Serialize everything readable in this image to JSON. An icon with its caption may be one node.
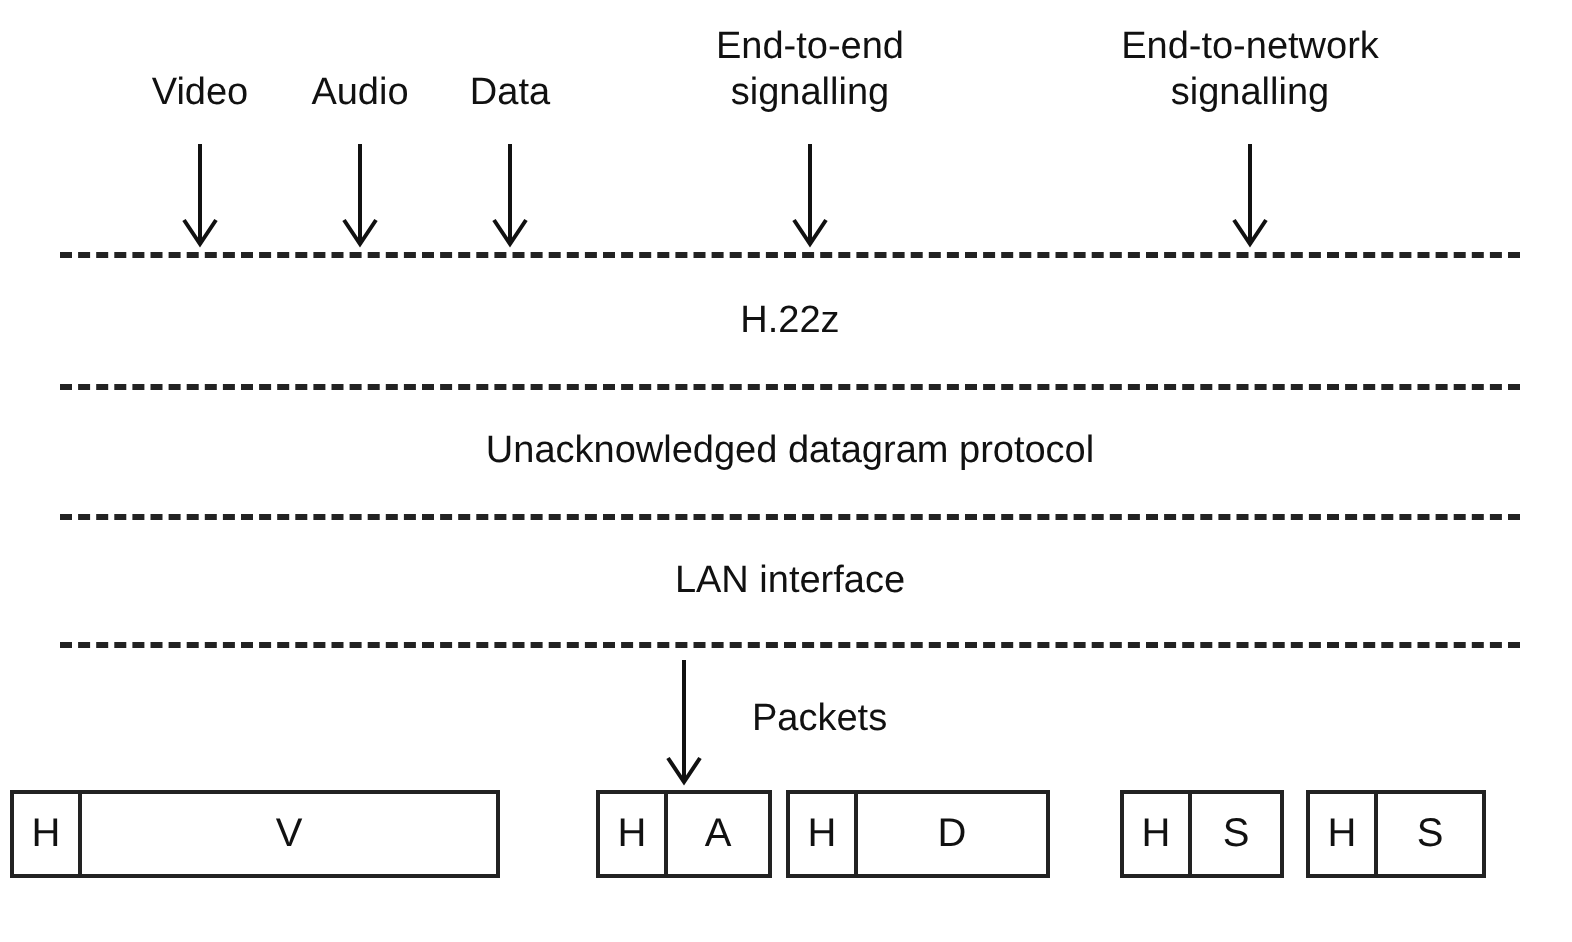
{
  "diagram": {
    "nodes": [
      {
        "text": [
          "Video"
        ]
      },
      {
        "text": [
          "Audio"
        ]
      },
      {
        "text": [
          "Data"
        ]
      },
      {
        "text": [
          "End-to-end signalling"
        ]
      },
      {
        "text": [
          "End-to-network signalling"
        ]
      },
      {
        "text": [
          "H.22z"
        ]
      },
      {
        "text": [
          "Unacknowledged datagram protocol"
        ]
      },
      {
        "text": [
          "LAN interface"
        ]
      },
      {
        "text": [
          "H",
          "V"
        ]
      },
      {
        "text": [
          "H",
          "A"
        ]
      },
      {
        "text": [
          "H",
          "D"
        ]
      },
      {
        "text": [
          "H",
          "S"
        ]
      },
      {
        "text": [
          "H",
          "S"
        ]
      }
    ],
    "edges": [
      {
        "from": 0,
        "to": 5,
        "arrow": "to"
      },
      {
        "from": 1,
        "to": 5,
        "arrow": "to"
      },
      {
        "from": 2,
        "to": 5,
        "arrow": "to"
      },
      {
        "from": 3,
        "to": 5,
        "arrow": "to"
      },
      {
        "from": 4,
        "to": 5,
        "arrow": "to"
      },
      {
        "from": 7,
        "to": 9,
        "arrow": "to",
        "label": "Packets"
      }
    ]
  }
}
